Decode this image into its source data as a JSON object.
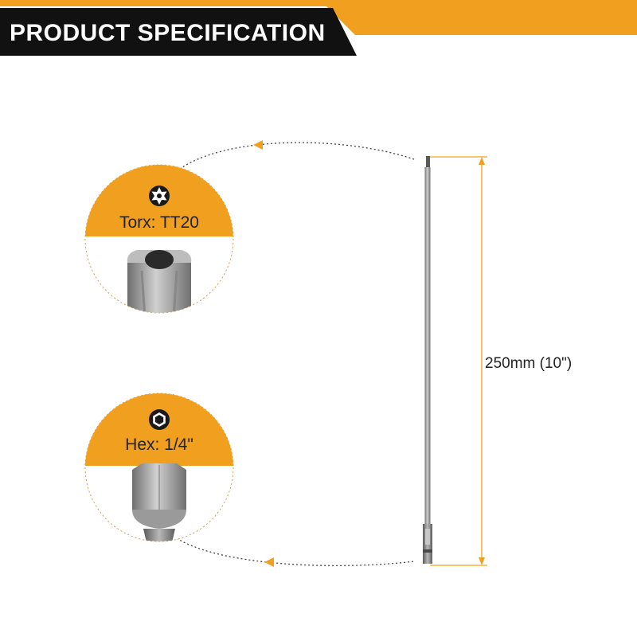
{
  "banner": {
    "title": "PRODUCT SPECIFICATION"
  },
  "callouts": {
    "torx": {
      "label": "Torx: TT20",
      "icon": "torx-icon"
    },
    "hex": {
      "label": "Hex: 1/4\"",
      "icon": "hex-icon"
    }
  },
  "dimension": {
    "length_label": "250mm (10\")"
  },
  "colors": {
    "accent": "#F0A01E",
    "banner_bg": "#111111",
    "steel": "#8a8a8a"
  }
}
